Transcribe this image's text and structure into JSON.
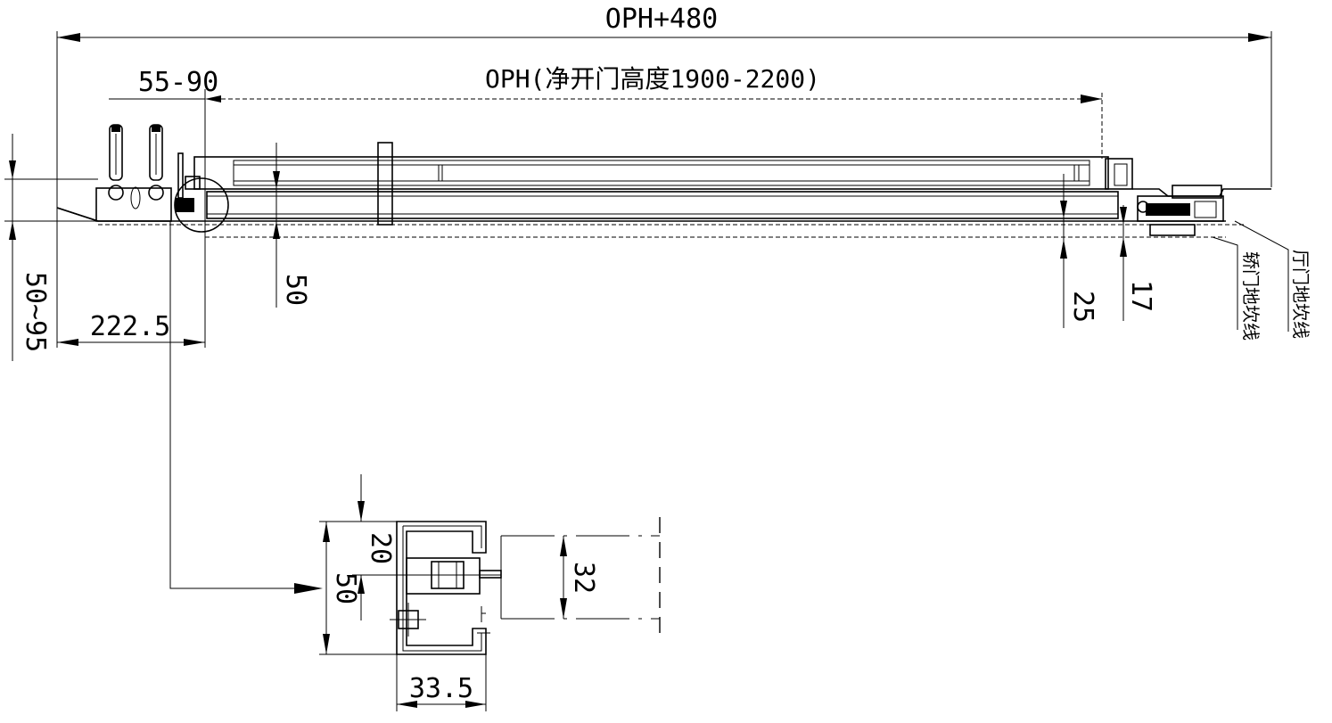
{
  "dimensions": {
    "total_length": "OPH+480",
    "door_height": "OPH(净开门高度1900-2200)",
    "range_55_90": "55-90",
    "range_50_95": "50~95",
    "offset_222": "222.5",
    "height_50": "50",
    "gap_25": "25",
    "gap_17": "17"
  },
  "floor_lines": {
    "car_door": "轿门地坎线",
    "hall_door": "厅门地坎线"
  },
  "detail": {
    "dim_20": "20",
    "dim_50": "50",
    "dim_32": "32",
    "dim_33_5": "33.5"
  },
  "icons": {
    "detail_callout": "detail-circle-icon",
    "arrowhead": "arrowhead-icon"
  }
}
